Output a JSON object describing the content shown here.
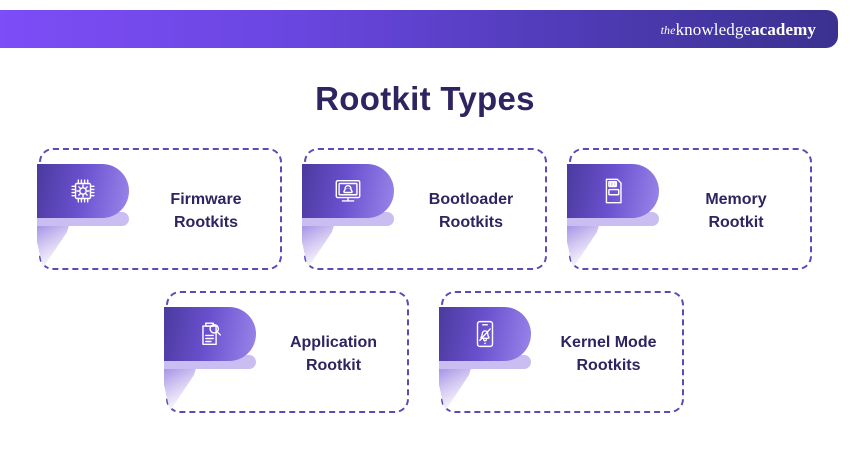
{
  "header": {
    "brand": {
      "prefix": "the",
      "middle": "knowledge",
      "suffix": "academy"
    },
    "gradient_start": "#7d4df7",
    "gradient_end": "#3b3190"
  },
  "title": "Rootkit Types",
  "colors": {
    "title_text": "#2e2560",
    "card_border": "#5b4bb5",
    "badge_dark": "#4b3a9e",
    "badge_light": "#9a86ea",
    "badge_strip": "#c9bdf2",
    "background": "#ffffff"
  },
  "cards": [
    {
      "label": "Firmware Rootkits",
      "line1": "Firmware",
      "line2": "Rootkits",
      "icon": "microchip-icon",
      "row": 1
    },
    {
      "label": "Bootloader Rootkits",
      "line1": "Bootloader",
      "line2": "Rootkits",
      "icon": "monitor-penguin-icon",
      "row": 1
    },
    {
      "label": "Memory Rootkit",
      "line1": "Memory",
      "line2": "Rootkit",
      "icon": "memory-card-icon",
      "row": 1
    },
    {
      "label": "Application Rootkit",
      "line1": "Application",
      "line2": "Rootkit",
      "icon": "clipboard-search-icon",
      "row": 2
    },
    {
      "label": "Kernel Mode Rootkits",
      "line1": "Kernel Mode",
      "line2": "Rootkits",
      "icon": "phone-bell-off-icon",
      "row": 2
    }
  ]
}
